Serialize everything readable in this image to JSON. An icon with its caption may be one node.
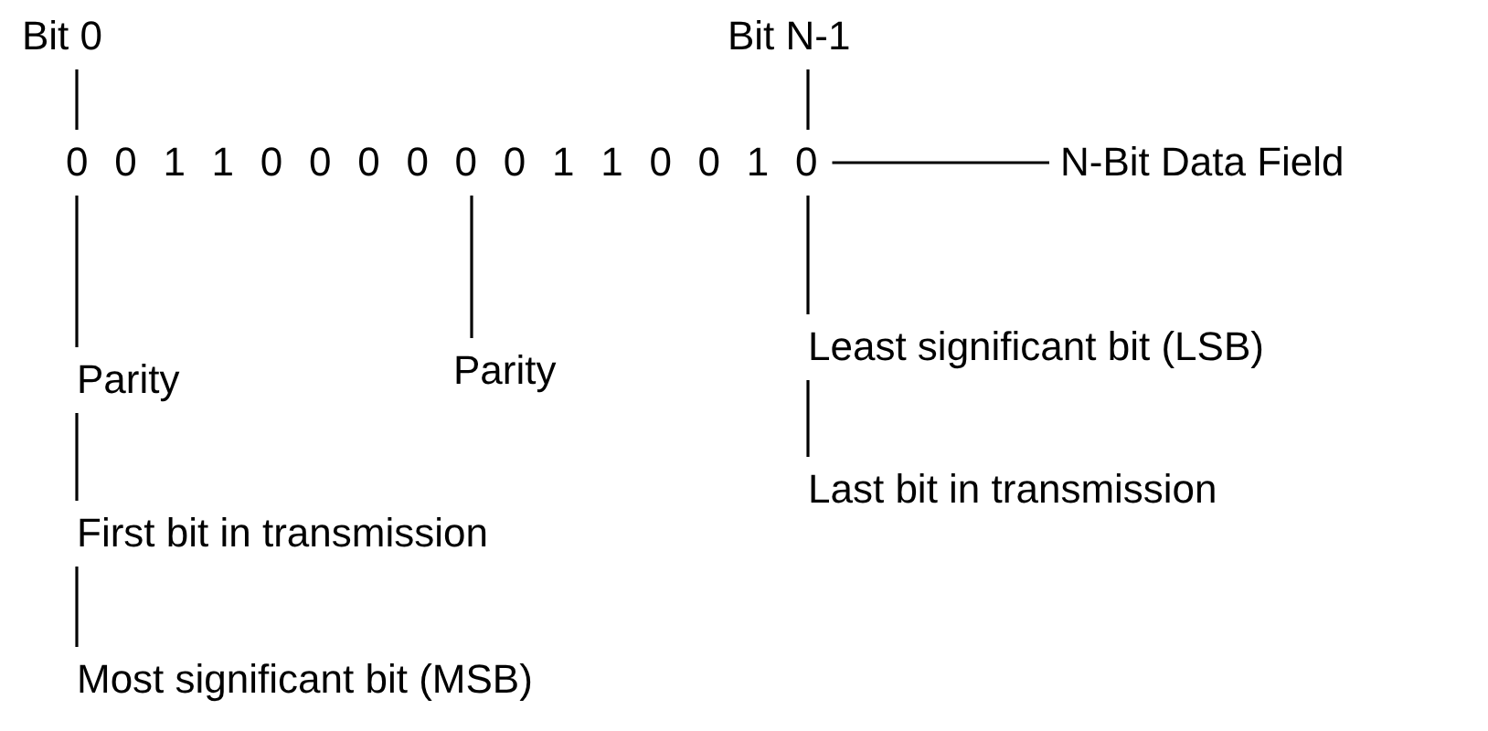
{
  "diagram": {
    "nodes": [
      {
        "text": [
          "Bit 0"
        ]
      },
      {
        "text": [
          "Bit  N-1"
        ]
      },
      {
        "text": [
          "0"
        ]
      },
      {
        "text": [
          "0"
        ]
      },
      {
        "text": [
          "1"
        ]
      },
      {
        "text": [
          "1"
        ]
      },
      {
        "text": [
          "0"
        ]
      },
      {
        "text": [
          "0"
        ]
      },
      {
        "text": [
          "0"
        ]
      },
      {
        "text": [
          "0"
        ]
      },
      {
        "text": [
          "0"
        ]
      },
      {
        "text": [
          "0"
        ]
      },
      {
        "text": [
          "1"
        ]
      },
      {
        "text": [
          "1"
        ]
      },
      {
        "text": [
          "0"
        ]
      },
      {
        "text": [
          "0"
        ]
      },
      {
        "text": [
          "1"
        ]
      },
      {
        "text": [
          "0"
        ]
      },
      {
        "text": [
          "N-Bit Data Field"
        ]
      },
      {
        "text": [
          "Parity"
        ]
      },
      {
        "text": [
          "Parity"
        ]
      },
      {
        "text": [
          "Least significant bit (LSB)"
        ]
      },
      {
        "text": [
          "Last bit in transmission"
        ]
      },
      {
        "text": [
          "First bit in transmission"
        ]
      },
      {
        "text": [
          "Most significant bit (MSB)"
        ]
      }
    ],
    "edges": [
      {
        "from": 0,
        "to": 2,
        "arrow": "none"
      },
      {
        "from": 1,
        "to": 17,
        "arrow": "none"
      },
      {
        "from": 17,
        "to": 18,
        "arrow": "none"
      },
      {
        "from": 2,
        "to": 19,
        "arrow": "none"
      },
      {
        "from": 10,
        "to": 20,
        "arrow": "none"
      },
      {
        "from": 17,
        "to": 21,
        "arrow": "none"
      },
      {
        "from": 21,
        "to": 22,
        "arrow": "none"
      },
      {
        "from": 19,
        "to": 23,
        "arrow": "none"
      },
      {
        "from": 23,
        "to": 24,
        "arrow": "none"
      }
    ]
  }
}
